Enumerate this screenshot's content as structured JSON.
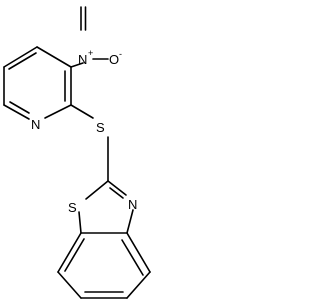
{
  "atoms": {
    "nitro_n": "N",
    "nitro_n_charge": "+",
    "nitro_o": "O",
    "nitro_o_charge": "-",
    "pyridine_n": "N",
    "thioether_s": "S",
    "thiazole_s": "S",
    "thiazole_n": "N"
  }
}
